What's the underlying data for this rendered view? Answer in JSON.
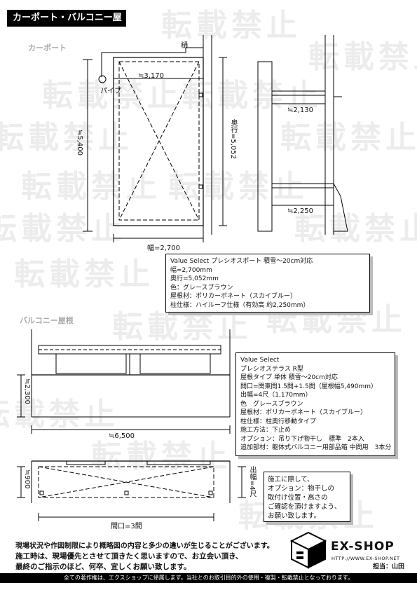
{
  "title": "カーポート・バルコニー屋根",
  "watermark": "転載禁止",
  "carport": {
    "section_label": "カーポート",
    "labels": {
      "gutter": "樋",
      "pipe": "パイプ",
      "width_top": "≒3,170",
      "height_left": "≒5,400",
      "depth": "奥行=5,052",
      "width_bottom": "幅=2,700",
      "side_upper": "≒2,130",
      "side_lower": "≒2,250"
    },
    "spec": [
      "Value Select プレシオスポート 積雪～20cm対応",
      "幅=2,700mm",
      "奥行=5,052mm",
      "色：グレースブラウン",
      "屋根材：ポリカーボネート（スカイブルー）",
      "柱仕様：ハイルーフ仕様（有効高 約2,250mm）"
    ]
  },
  "balcony": {
    "section_label": "バルコニー屋根",
    "labels": {
      "height": "≒2,300",
      "width": "≒6,500",
      "depth_small": "≒900",
      "frontage": "間口=3間",
      "out": "出幅=4尺"
    },
    "spec": [
      "Value Select",
      "プレシオステラス R型",
      "屋根タイプ 単体 積雪～20cm対応",
      "間口=関東間1.5間+1.5間（屋根幅5,490mm）",
      "出幅=4尺（1,170mm）",
      "色　グレースブラウン",
      "屋根材：ポリカーボネート（スカイブルー）",
      "柱仕様：柱奥行移動タイプ",
      "施工方法：下止め",
      "オプション：吊り下げ物干し　標準　2本入",
      "追加部材：躯体式バルコニー用部品箱 中間用　3本分"
    ],
    "note": [
      "施工に際して、",
      "オプション：物干しの",
      "取付け位置・高さの",
      "ご確認を頂けますよう、",
      "お願い致します。"
    ]
  },
  "footer": {
    "lines": [
      "現場状況や作図制限により概略図の内容と多少の違いが生じることがございます。",
      "施工時は、現場優先とさせて頂きたく思いますので、お立会い頂き、",
      "最終のご指示のほど、何卒、宜しくお願い致します。"
    ],
    "brand": "EX-SHOP",
    "url": "HTTP://WWW.EX-SHOP.NET",
    "staff": "担当：山田",
    "copyright": "全ての著作権は、エクスショップに帰属します。当社とのお取引目的外の使用・複製・転載禁止となっております。"
  }
}
